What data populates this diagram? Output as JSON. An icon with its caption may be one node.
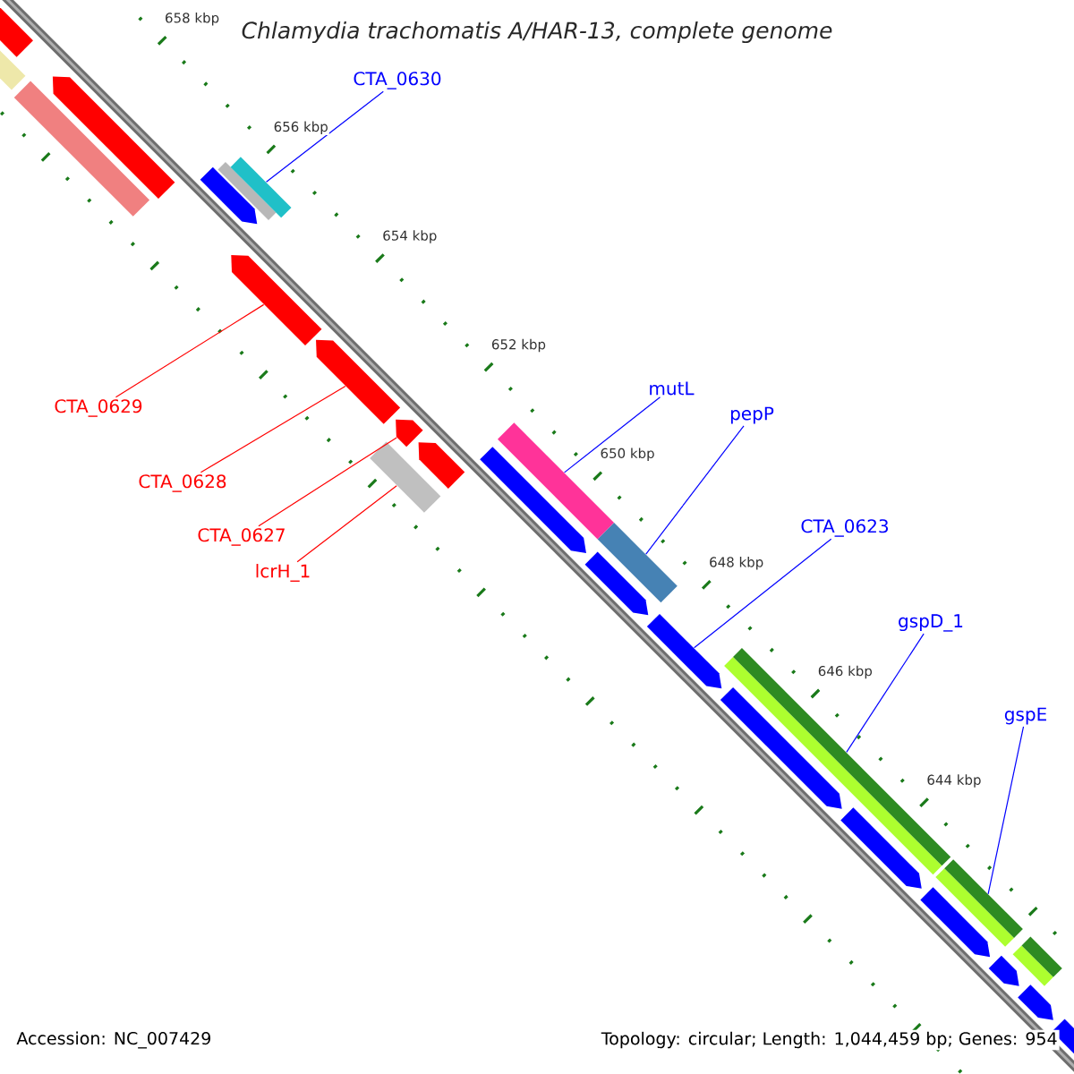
{
  "diagram": {
    "nodes": [
      {
        "text": [
          "CTA_0630"
        ]
      },
      {
        "text": [
          "mutL"
        ]
      },
      {
        "text": [
          "CTA_0629"
        ]
      },
      {
        "text": [
          "pepP"
        ]
      },
      {
        "text": [
          "CTA_0628"
        ]
      },
      {
        "text": [
          "CTA_0623"
        ]
      },
      {
        "text": [
          "CTA_0627"
        ]
      },
      {
        "text": [
          "lcrH_1"
        ]
      },
      {
        "text": [
          "gspD_1"
        ]
      },
      {
        "text": [
          "gspE"
        ]
      },
      {
        "text": [],
        "shape": "pentagon"
      },
      {
        "text": [],
        "shape": "bar"
      },
      {
        "text": [],
        "shape": "bar"
      },
      {
        "text": [],
        "shape": "pentagon"
      },
      {
        "text": [],
        "shape": "pentagon"
      },
      {
        "text": [],
        "shape": "bar"
      },
      {
        "text": [],
        "shape": "bar"
      },
      {
        "text": [],
        "shape": "pentagon"
      },
      {
        "text": [],
        "shape": "pentagon"
      },
      {
        "text": [],
        "shape": "pentagon"
      },
      {
        "text": [],
        "shape": "bar"
      },
      {
        "text": [],
        "shape": "pentagon"
      },
      {
        "text": [],
        "shape": "bar"
      },
      {
        "text": [],
        "shape": "pentagon"
      },
      {
        "text": [],
        "shape": "bar"
      },
      {
        "text": [],
        "shape": "pentagon"
      },
      {
        "text": [],
        "shape": "pentagon"
      },
      {
        "text": [],
        "shape": "bar"
      },
      {
        "text": [],
        "shape": "bar"
      },
      {
        "text": [],
        "shape": "pentagon"
      },
      {
        "text": [],
        "shape": "pentagon"
      },
      {
        "text": [],
        "shape": "bar"
      },
      {
        "text": [],
        "shape": "bar"
      },
      {
        "text": [],
        "shape": "pentagon"
      },
      {
        "text": [],
        "shape": "pentagon"
      },
      {
        "text": [],
        "shape": "bar"
      },
      {
        "text": [],
        "shape": "bar"
      },
      {
        "text": [],
        "shape": "pentagon"
      },
      {
        "text": [],
        "shape": "pentagon"
      }
    ],
    "edges": [
      {
        "from": 0,
        "to": 16,
        "arrow": "none"
      },
      {
        "from": 1,
        "to": 22,
        "arrow": "none"
      },
      {
        "from": 2,
        "to": 17,
        "arrow": "none",
        "color": "#ff0000"
      },
      {
        "from": 3,
        "to": 24,
        "arrow": "none"
      },
      {
        "from": 4,
        "to": 18,
        "arrow": "none",
        "color": "#ff0000"
      },
      {
        "from": 5,
        "to": 26,
        "arrow": "none"
      },
      {
        "from": 6,
        "to": 19,
        "arrow": "none",
        "color": "#ff0000"
      },
      {
        "from": 7,
        "to": 20,
        "arrow": "none",
        "color": "#ff0000"
      },
      {
        "from": 8,
        "to": 28,
        "arrow": "none"
      },
      {
        "from": 9,
        "to": 32,
        "arrow": "none"
      }
    ],
    "labels": [
      "Chlamydia trachomatis A/HAR-13, complete genome",
      "658 kbp",
      "656 kbp",
      "654 kbp",
      "652 kbp",
      "650 kbp",
      "648 kbp",
      "646 kbp",
      "644 kbp",
      "Accession: NC_007429",
      "Topology: circular; Length: 1,044,459 bp; Genes: 954"
    ]
  }
}
